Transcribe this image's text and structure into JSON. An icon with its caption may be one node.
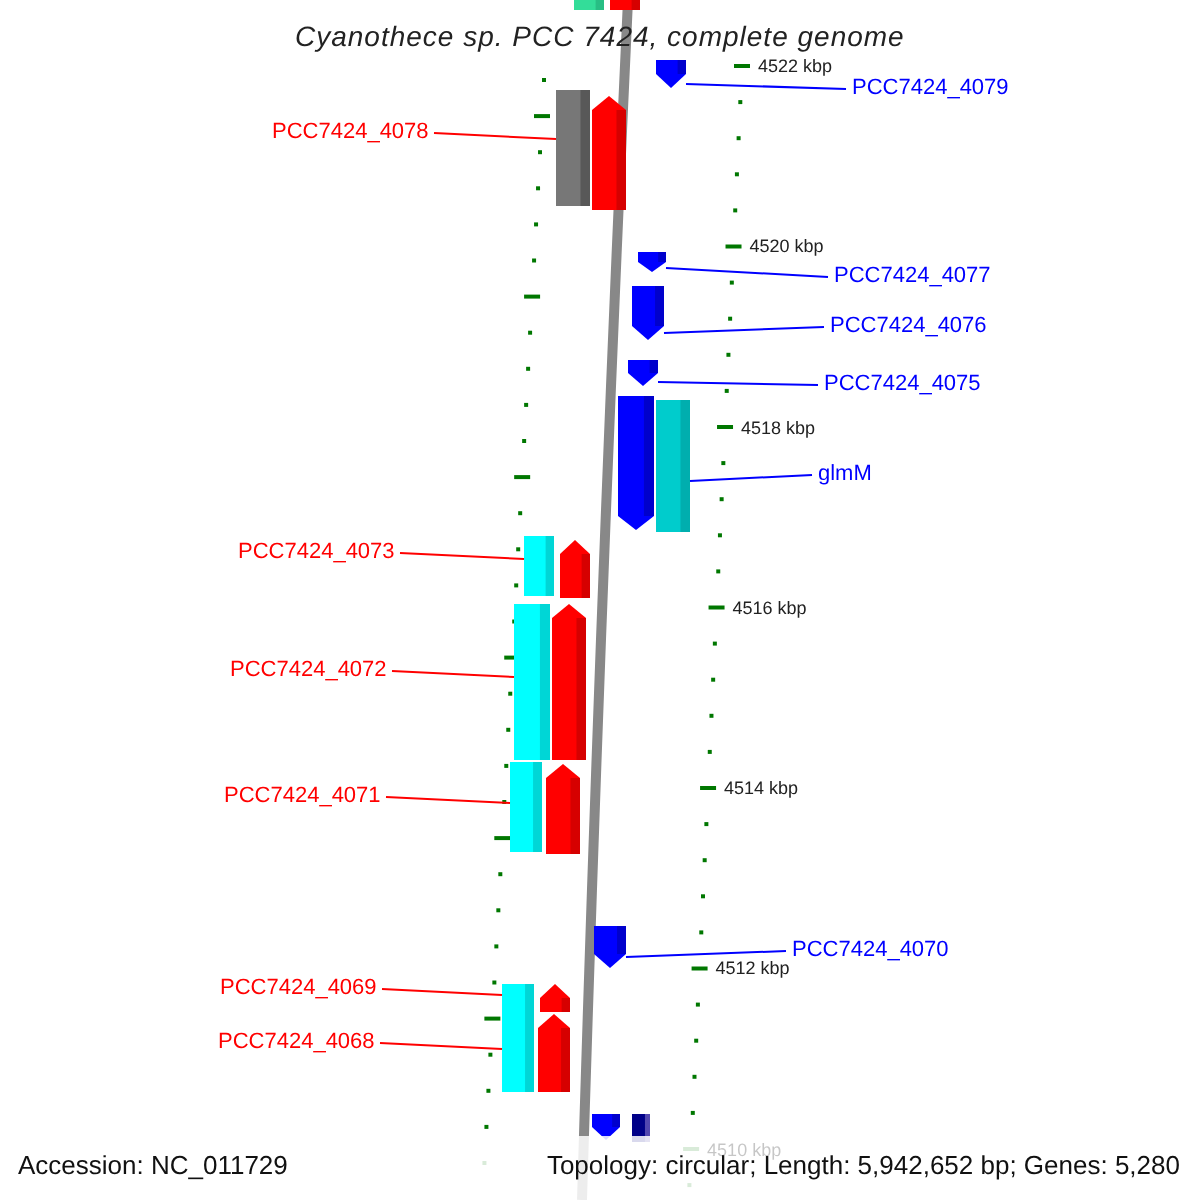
{
  "diagram": {
    "title": "Cyanothece sp. PCC 7424, complete genome",
    "nodes": [
      {
        "text": [],
        "shape": "bar"
      },
      {
        "text": [],
        "shape": "bar"
      },
      {
        "text": [],
        "shape": "arrow"
      },
      {
        "text": [
          "PCC7424_4079"
        ]
      },
      {
        "text": [],
        "shape": "bar"
      },
      {
        "text": [],
        "shape": "arrow"
      },
      {
        "text": [
          "PCC7424_4078"
        ]
      },
      {
        "text": [],
        "shape": "arrow"
      },
      {
        "text": [
          "PCC7424_4077"
        ]
      },
      {
        "text": [],
        "shape": "arrow"
      },
      {
        "text": [
          "PCC7424_4076"
        ]
      },
      {
        "text": [],
        "shape": "arrow"
      },
      {
        "text": [
          "PCC7424_4075"
        ]
      },
      {
        "text": [],
        "shape": "arrow"
      },
      {
        "text": [],
        "shape": "bar"
      },
      {
        "text": [
          "glmM"
        ]
      },
      {
        "text": [
          "PCC7424_4073"
        ]
      },
      {
        "text": [],
        "shape": "bar"
      },
      {
        "text": [],
        "shape": "arrow"
      },
      {
        "text": [
          "PCC7424_4072"
        ]
      },
      {
        "text": [],
        "shape": "bar"
      },
      {
        "text": [],
        "shape": "arrow"
      },
      {
        "text": [
          "PCC7424_4071"
        ]
      },
      {
        "text": [],
        "shape": "bar"
      },
      {
        "text": [],
        "shape": "arrow"
      },
      {
        "text": [],
        "shape": "arrow"
      },
      {
        "text": [
          "PCC7424_4070"
        ]
      },
      {
        "text": [
          "PCC7424_4069"
        ]
      },
      {
        "text": [],
        "shape": "bar"
      },
      {
        "text": [],
        "shape": "arrow"
      },
      {
        "text": [
          "PCC7424_4068"
        ]
      },
      {
        "text": [],
        "shape": "arrow"
      },
      {
        "text": [],
        "shape": "arrow"
      },
      {
        "text": [],
        "shape": "bar"
      }
    ],
    "edges": [
      {
        "from": 3,
        "to": 2,
        "arrow": "none",
        "color": "#0000ff"
      },
      {
        "from": 6,
        "to": 4,
        "arrow": "none",
        "color": "#ff0000"
      },
      {
        "from": 8,
        "to": 7,
        "arrow": "none",
        "color": "#0000ff"
      },
      {
        "from": 10,
        "to": 9,
        "arrow": "none",
        "color": "#0000ff"
      },
      {
        "from": 12,
        "to": 11,
        "arrow": "none",
        "color": "#0000ff"
      },
      {
        "from": 15,
        "to": 14,
        "arrow": "none",
        "color": "#0000ff"
      },
      {
        "from": 16,
        "to": 17,
        "arrow": "none",
        "color": "#ff0000"
      },
      {
        "from": 19,
        "to": 20,
        "arrow": "none",
        "color": "#ff0000"
      },
      {
        "from": 22,
        "to": 23,
        "arrow": "none",
        "color": "#ff0000"
      },
      {
        "from": 26,
        "to": 25,
        "arrow": "none",
        "color": "#0000ff"
      },
      {
        "from": 27,
        "to": 28,
        "arrow": "none",
        "color": "#ff0000"
      },
      {
        "from": 30,
        "to": 28,
        "arrow": "none",
        "color": "#ff0000"
      }
    ],
    "labels": [
      "4522 kbp",
      "4520 kbp",
      "4518 kbp",
      "4516 kbp",
      "4514 kbp",
      "4512 kbp",
      "4510 kbp",
      "Accession: NC_011729",
      "Topology: circular; Length: 5,942,652 bp; Genes: 5,280"
    ]
  }
}
